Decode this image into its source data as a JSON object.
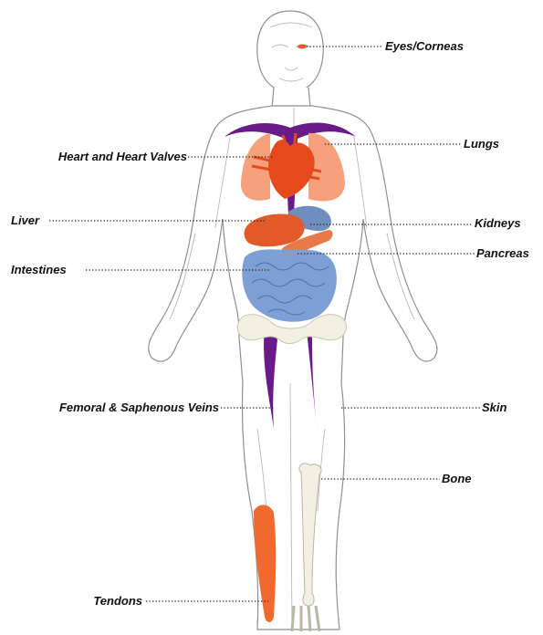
{
  "labels": {
    "eyes": "Eyes/Corneas",
    "lungs": "Lungs",
    "heart": "Heart and Heart Valves",
    "liver": "Liver",
    "kidneys": "Kidneys",
    "pancreas": "Pancreas",
    "intestines": "Intestines",
    "veins": "Femoral & Saphenous Veins",
    "skin": "Skin",
    "bone": "Bone",
    "tendons": "Tendons"
  },
  "colors": {
    "heart": "#e64a1c",
    "lung": "#f4a17c",
    "liver": "#e05a2a",
    "pancreas": "#e87a4a",
    "kidney": "#6f8dbf",
    "intestines": "#7e9fd3",
    "vein": "#6a1b8a",
    "bone": "#f2f0e2",
    "tendon": "#f06a30"
  }
}
